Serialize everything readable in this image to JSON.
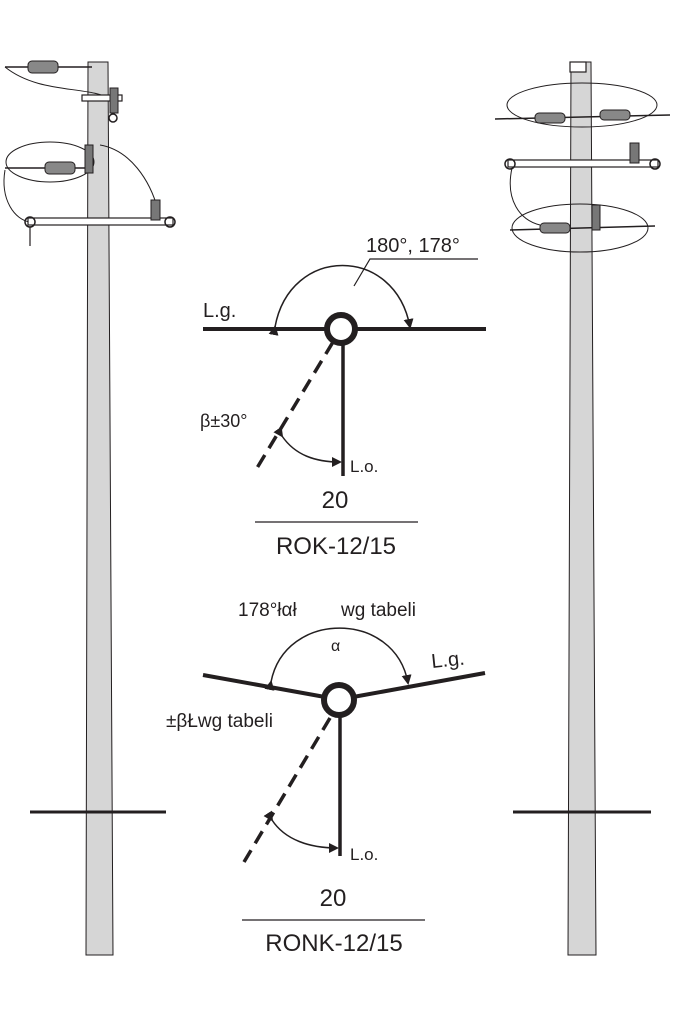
{
  "colors": {
    "line": "#231f20",
    "pole_fill": "#d6d6d6"
  },
  "diagram_top": {
    "angle_label": "180°, 178°",
    "main_line_label": "L.g.",
    "branch_label": "L.o.",
    "beta_label": "β±30°",
    "number": "20",
    "type": "ROK-12/15"
  },
  "diagram_bottom": {
    "angle_label_left": "178°łαł",
    "angle_label_right": "wg tabeli",
    "alpha_label": "α",
    "main_line_label": "L.g.",
    "beta_label": "±βŁwg tabeli",
    "branch_label": "L.o.",
    "number": "20",
    "type": "RONK-12/15"
  }
}
